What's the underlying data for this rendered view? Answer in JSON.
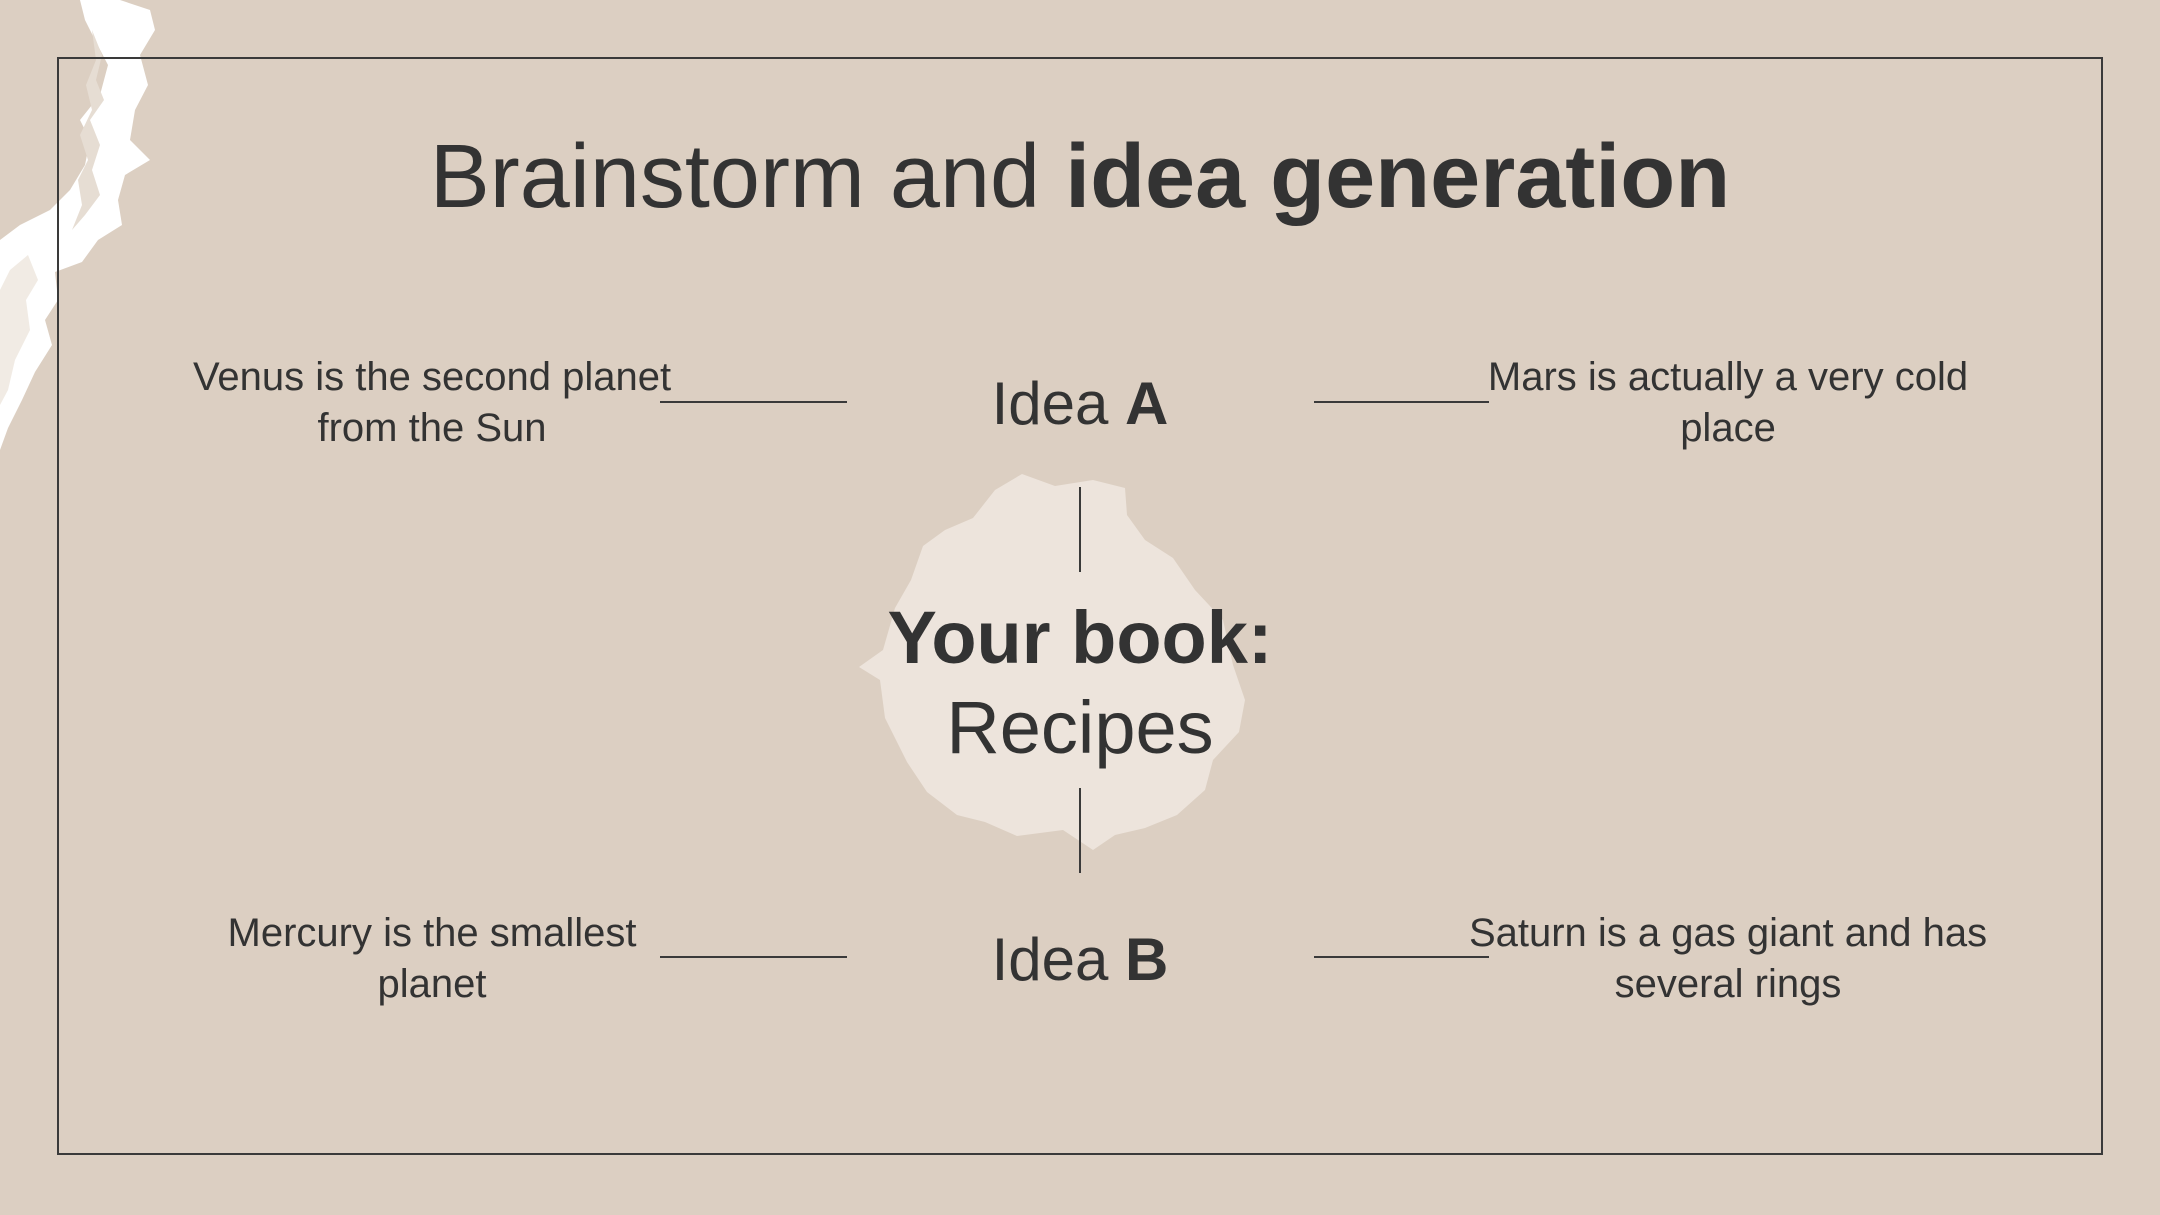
{
  "title": {
    "regular": "Brainstorm and ",
    "bold": "idea generation"
  },
  "center": {
    "label": "Your book:",
    "topic": "Recipes"
  },
  "ideas": [
    {
      "prefix": "Idea ",
      "letter": "A"
    },
    {
      "prefix": "Idea ",
      "letter": "B"
    }
  ],
  "notes": {
    "top_left": "Venus is the second planet from the Sun",
    "top_right": "Mars is actually a very cold place",
    "bottom_left": "Mercury is the smallest planet",
    "bottom_right": "Saturn is a gas giant and has several rings"
  },
  "colors": {
    "background": "#dccfc2",
    "blob": "#ede4dc",
    "text": "#333333",
    "lines": "#3a3a3a",
    "torn_paper": "#ffffff"
  }
}
